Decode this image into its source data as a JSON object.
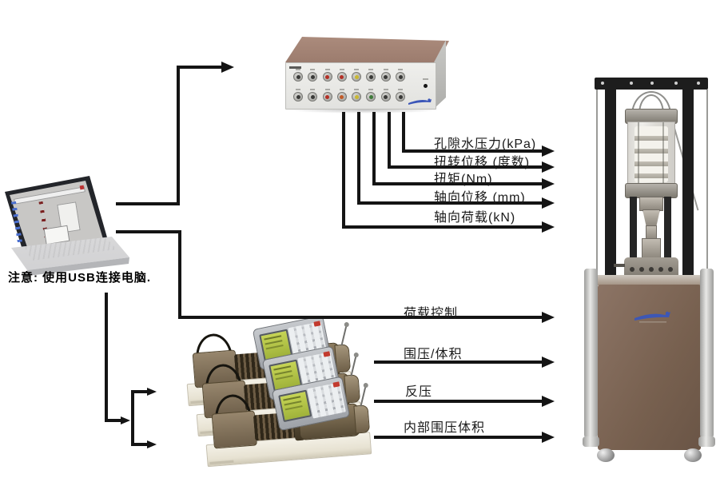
{
  "diagram": {
    "type": "system-connection-diagram",
    "subject": "dynamic hollow-cylinder / triaxial testing system with data acquisition, PC and pressure-volume controllers"
  },
  "note": {
    "text": "注意: 使用USB连接电脑."
  },
  "signals": [
    {
      "label": "孔隙水压力(kPa)"
    },
    {
      "label": "扭转位移 (度数)"
    },
    {
      "label": "扭矩(Nm)"
    },
    {
      "label": "轴向位移 (mm)"
    },
    {
      "label": "轴向荷载(kN)"
    }
  ],
  "controls": [
    {
      "label": "荷载控制"
    },
    {
      "label": "围压/体积"
    },
    {
      "label": "反压"
    },
    {
      "label": "内部围压体积"
    }
  ],
  "daq": {
    "connector_rows": [
      [
        "dark",
        "dark",
        "red",
        "red",
        "yellow",
        "dark",
        "dark",
        "dark"
      ],
      [
        "dark",
        "dark",
        "red",
        "orange",
        "yellow",
        "green",
        "dark",
        "dark"
      ]
    ],
    "palette": {
      "dark": "#3a3a38",
      "red": "#b23026",
      "orange": "#c05a28",
      "yellow": "#c9b832",
      "green": "#3f7a3a"
    }
  },
  "colors": {
    "arrow": "#141414",
    "daq_top": "#a1806f",
    "daq_front": "#e9e8e5",
    "cabinet_brown": "#7d6757",
    "pump_body": "#7c6b52",
    "tray_cream": "#efebdd",
    "lcd_green": "#b8c94a",
    "logo_blue": "#3a55b8"
  }
}
